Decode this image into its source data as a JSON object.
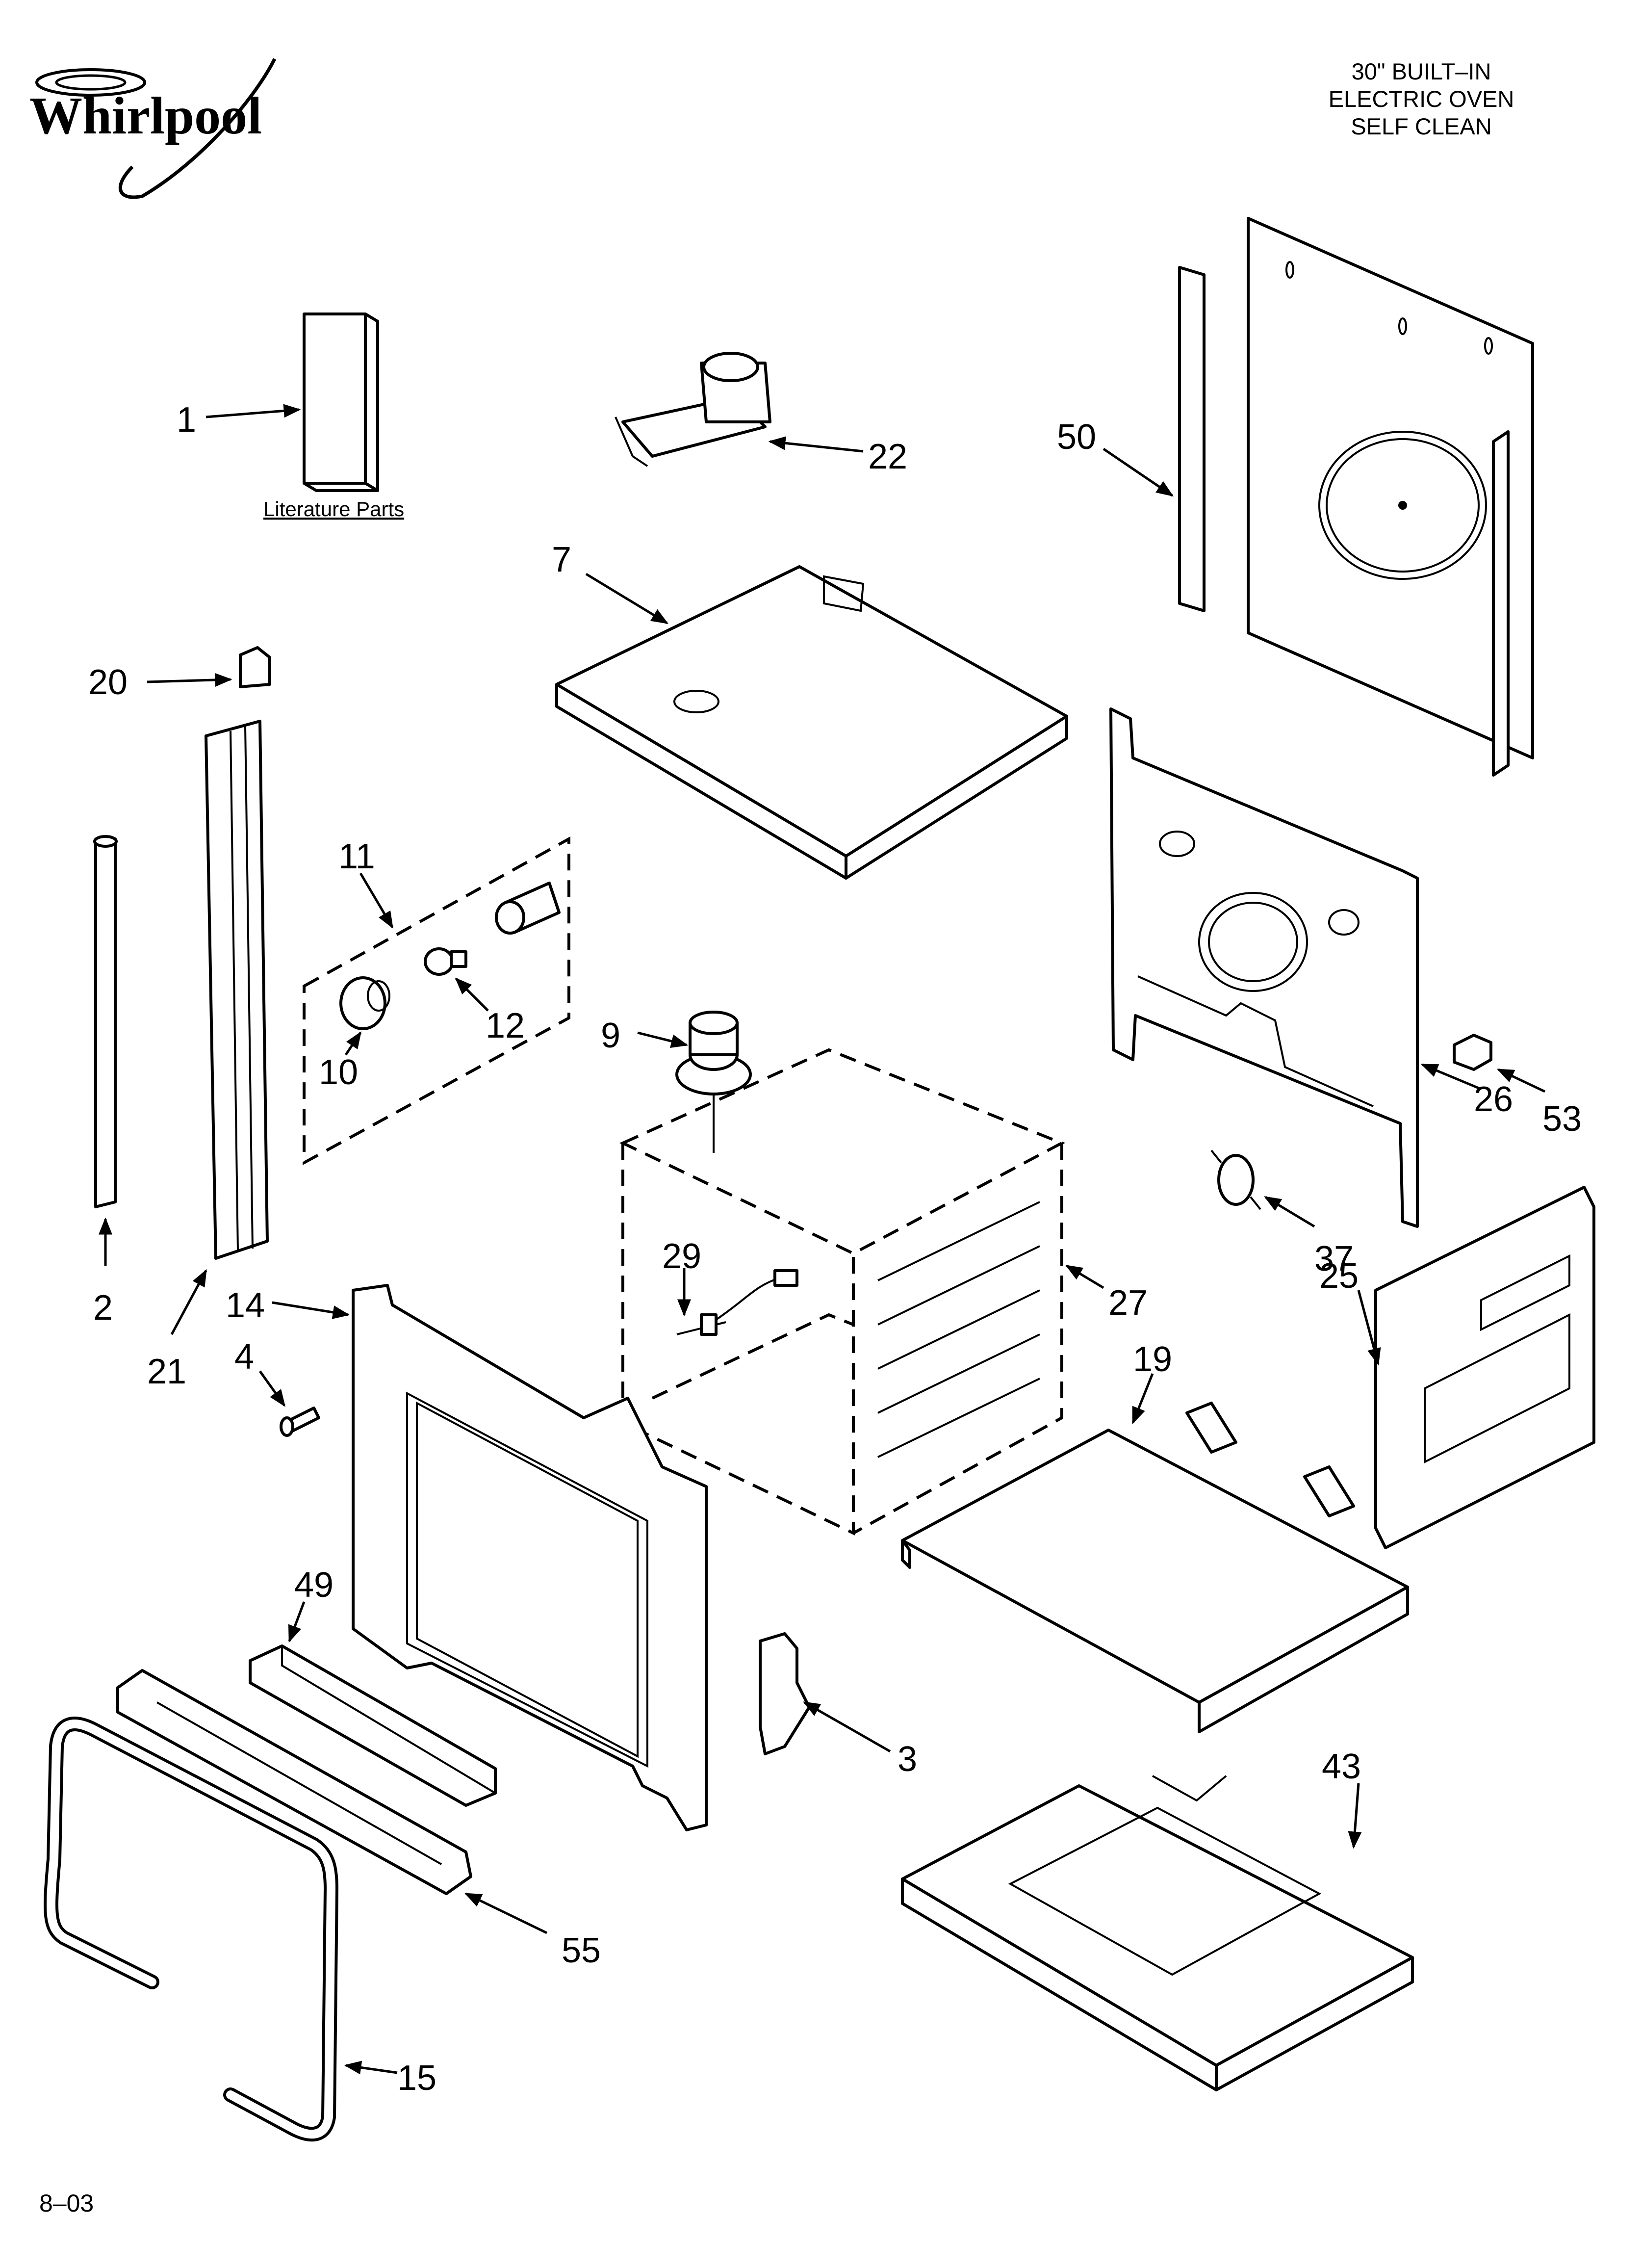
{
  "brand": {
    "logo_text": "Whirlpool"
  },
  "header": {
    "line1": "30\" BUILT–IN",
    "line2": "ELECTRIC OVEN",
    "line3": "SELF CLEAN"
  },
  "literature_label": "Literature Parts",
  "footer": {
    "date_code": "8–03"
  },
  "callouts": {
    "c1": "1",
    "c2": "2",
    "c3": "3",
    "c4": "4",
    "c7": "7",
    "c9": "9",
    "c10": "10",
    "c11": "11",
    "c12": "12",
    "c14": "14",
    "c15": "15",
    "c19": "19",
    "c20": "20",
    "c21": "21",
    "c22": "22",
    "c25": "25",
    "c26": "26",
    "c27": "27",
    "c29": "29",
    "c37": "37",
    "c43": "43",
    "c49": "49",
    "c50": "50",
    "c53": "53",
    "c55": "55"
  }
}
